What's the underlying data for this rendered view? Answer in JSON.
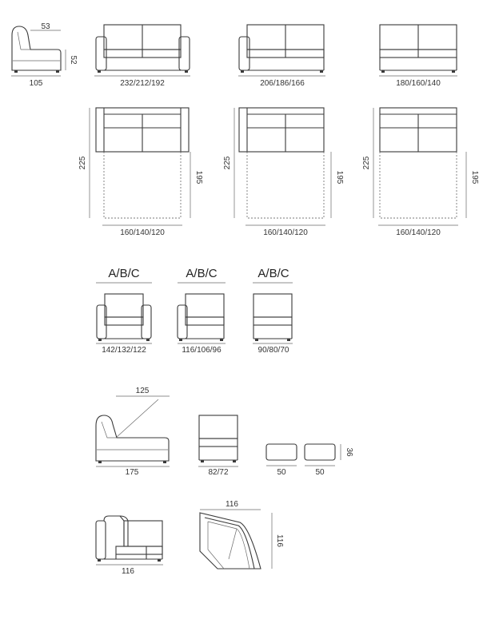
{
  "dimensions": {
    "armless_depth_top": "53",
    "armless_height": "52",
    "armless_depth": "105",
    "sofa_two_arms": "232/212/192",
    "sofa_one_arm": "206/186/166",
    "sofa_no_arms": "180/160/140",
    "bed_length": "225",
    "bed_mattress_length": "195",
    "bed_width": "160/140/120",
    "module_label": "A/B/C",
    "module_two_arms": "142/132/122",
    "module_one_arm": "116/106/96",
    "module_no_arms": "90/80/70",
    "chaise_recline": "125",
    "chaise_length": "175",
    "chaise_front": "82/72",
    "ottoman_height": "36",
    "ottoman_width": "50",
    "corner_side": "116",
    "corner_top_width": "116",
    "corner_top_depth": "116"
  }
}
